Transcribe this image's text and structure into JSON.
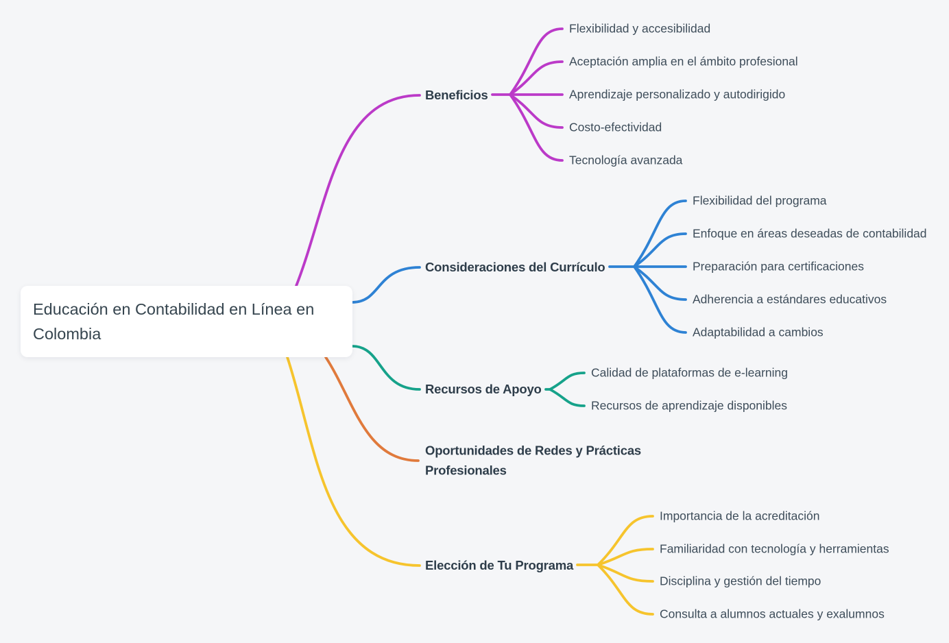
{
  "canvas": {
    "background": "#f5f6f8"
  },
  "root": {
    "label": "Educación en Contabilidad en Línea en Colombia"
  },
  "branches": [
    {
      "label": "Beneficios",
      "color": "#bb3ac8",
      "children": [
        "Flexibilidad y accesibilidad",
        "Aceptación amplia en el ámbito profesional",
        "Aprendizaje personalizado y autodirigido",
        "Costo-efectividad",
        "Tecnología avanzada"
      ]
    },
    {
      "label": "Consideraciones del Currículo",
      "color": "#2e82d4",
      "children": [
        "Flexibilidad del programa",
        "Enfoque en áreas deseadas de contabilidad",
        "Preparación para certificaciones",
        "Adherencia a estándares educativos",
        "Adaptabilidad a cambios"
      ]
    },
    {
      "label": "Recursos de Apoyo",
      "color": "#16a28a",
      "children": [
        "Calidad de plataformas de e-learning",
        "Recursos de aprendizaje disponibles"
      ]
    },
    {
      "label": "Oportunidades de Redes y Prácticas Profesionales",
      "color": "#e07a3c",
      "children": []
    },
    {
      "label": "Elección de Tu Programa",
      "color": "#f6c42d",
      "children": [
        "Importancia de la acreditación",
        "Familiaridad con tecnología y herramientas",
        "Disciplina y gestión del tiempo",
        "Consulta a alumnos actuales y exalumnos"
      ]
    }
  ]
}
